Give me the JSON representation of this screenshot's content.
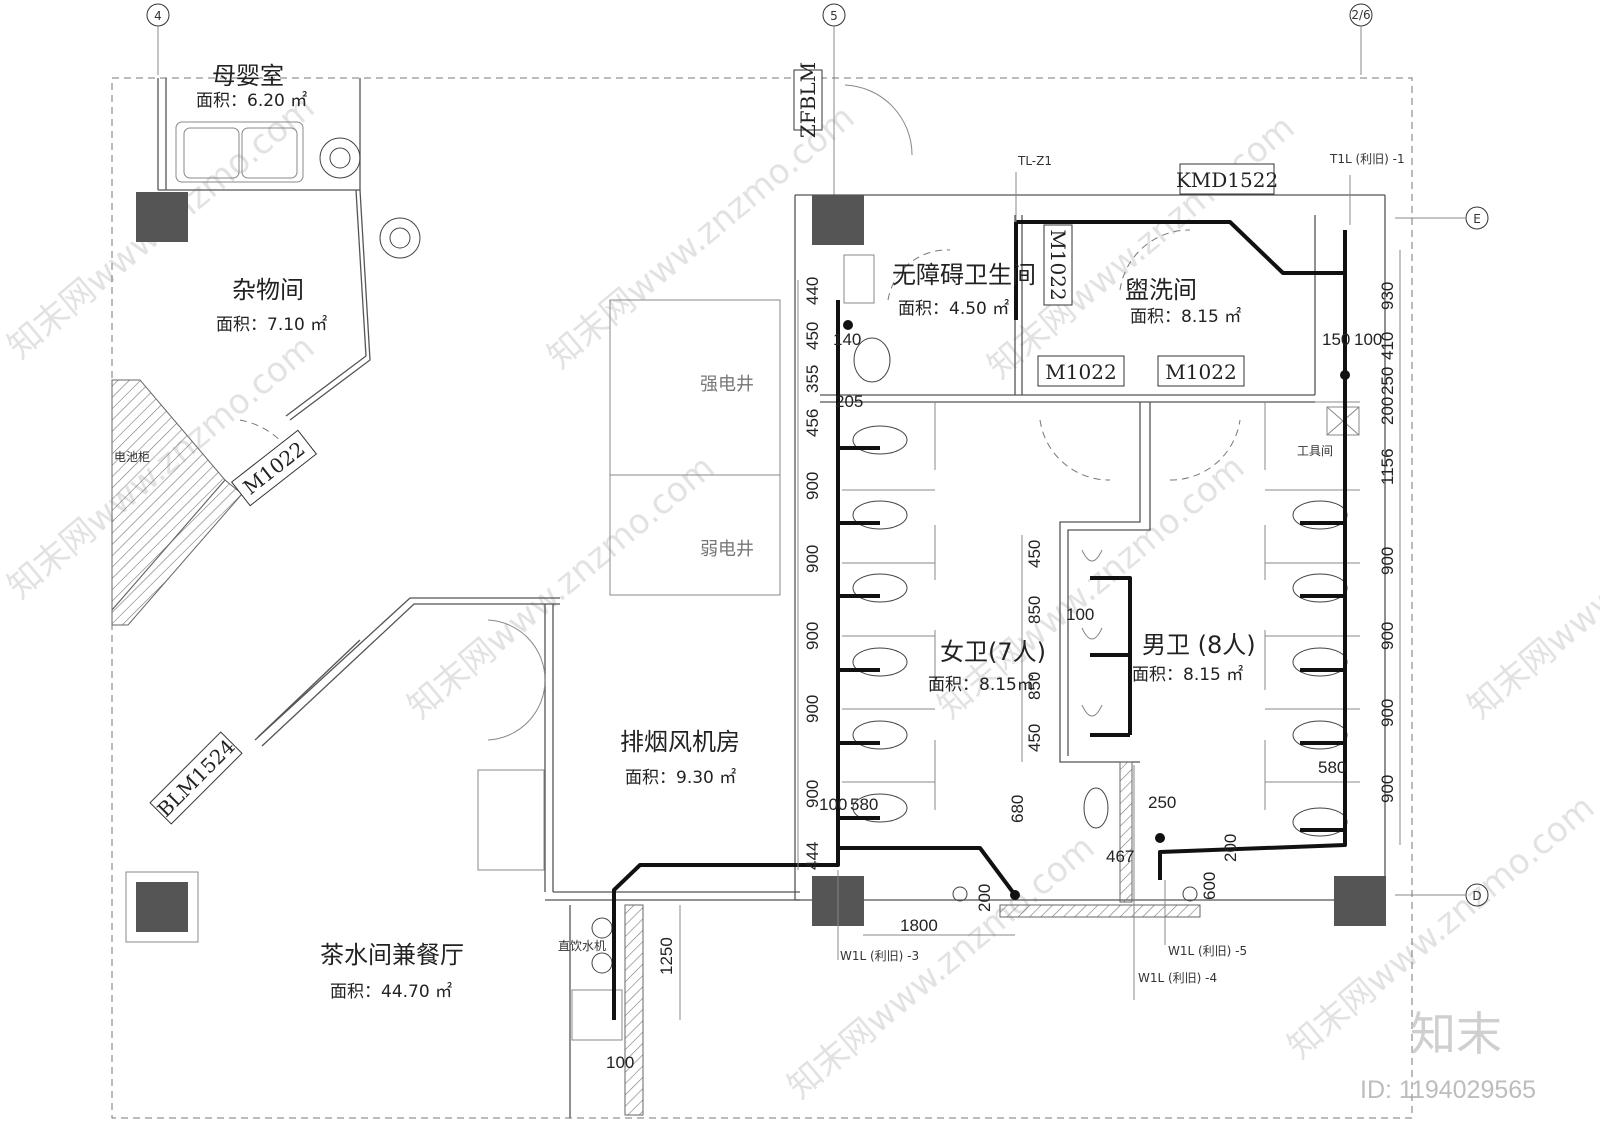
{
  "grid_axes": {
    "a4": "4",
    "a5": "5",
    "a26": "2/6",
    "aE": "E",
    "aD": "D"
  },
  "rooms": {
    "top_left": {
      "name": "母婴室",
      "area": "面积：6.20 ㎡"
    },
    "storage": {
      "name": "杂物间",
      "area": "面积：7.10 ㎡"
    },
    "accessible": {
      "name": "无障碍卫生间",
      "area": "面积：4.50 ㎡"
    },
    "wash": {
      "name": "盥洗间",
      "area": "面积：8.15 ㎡"
    },
    "women": {
      "name": "女卫(7人)",
      "area": "面积：8.15㎡"
    },
    "men": {
      "name": "男卫 (8人)",
      "area": "面积：8.15 ㎡"
    },
    "fan": {
      "name": "排烟风机房",
      "area": "面积：9.30 ㎡"
    },
    "tea": {
      "name": "茶水间兼餐厅",
      "area": "面积：44.70 ㎡"
    }
  },
  "labels": {
    "strong": "强电井",
    "weak": "弱电井",
    "battery": "电池柜",
    "tool": "工具间",
    "water_machine": "直饮水机"
  },
  "door_tags": {
    "m1022_left": "M1022",
    "blm1524": "BLM1524",
    "zfblm": "ZFBLM",
    "kmd1522": "KMD1522",
    "m1022_vert": "M1022",
    "m1022_a": "M1022",
    "m1022_b": "M1022"
  },
  "pipe_tags": {
    "tlz1": "TL-Z1",
    "t1l": "T1L (利旧) -1",
    "w1l3": "W1L (利旧) -3",
    "w1l4": "W1L (利旧) -4",
    "w1l5": "W1L (利旧) -5"
  },
  "dims_left": [
    "440",
    "450",
    "355",
    "456",
    "900",
    "900",
    "900",
    "900",
    "900",
    "444"
  ],
  "dims_right": [
    "930",
    "410",
    "250",
    "200",
    "1156",
    "900",
    "900",
    "900",
    "900"
  ],
  "dims_misc": {
    "d140": "140",
    "d205": "205",
    "d100a": "100",
    "d580a": "580",
    "d1800": "1800",
    "d200a": "200",
    "d1250": "1250",
    "d100b": "100",
    "d450a": "450",
    "d850a": "850",
    "d100c": "100",
    "d850b": "850",
    "d450b": "450",
    "d680": "680",
    "d467": "467",
    "d250": "250",
    "d200b": "200",
    "d600": "600",
    "d580b": "580",
    "d150": "150",
    "d100d": "100"
  },
  "watermark": {
    "text": "知末网www.znzmo.com",
    "brand": "知末",
    "id": "ID: 1194029565"
  }
}
